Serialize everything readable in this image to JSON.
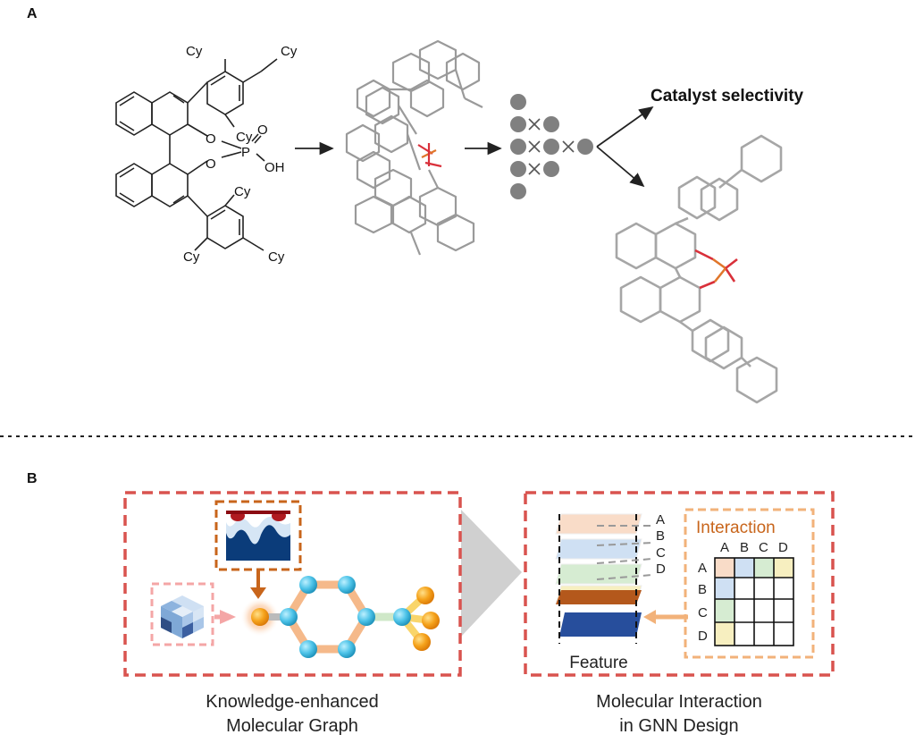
{
  "panel_a": {
    "label": "A",
    "substituent": "Cy",
    "atom_o": "O",
    "atom_p": "P",
    "group_oh": "OH",
    "output_label": "Catalyst selectivity"
  },
  "panel_b": {
    "label": "B",
    "left_caption_line1": "Knowledge-enhanced",
    "left_caption_line2": "Molecular Graph",
    "right_caption_line1": "Molecular Interaction",
    "right_caption_line2": "in GNN Design",
    "interaction_title": "Interaction",
    "matrix_letters": [
      "A",
      "B",
      "C",
      "D"
    ],
    "layer_letters": [
      "A",
      "B",
      "C",
      "D"
    ],
    "feature_label": "Feature"
  },
  "colors": {
    "dashed_box": "#d9534f",
    "orange_box": "#c8651b",
    "pink_box": "#f4a6a6",
    "interaction_box": "#f2b27a",
    "interaction_text": "#c8651b",
    "node_blue": "#4dc3e8",
    "node_orange": "#f39c12",
    "bond_peach": "#f5b98a",
    "wireframe": "#8c8c8c"
  }
}
